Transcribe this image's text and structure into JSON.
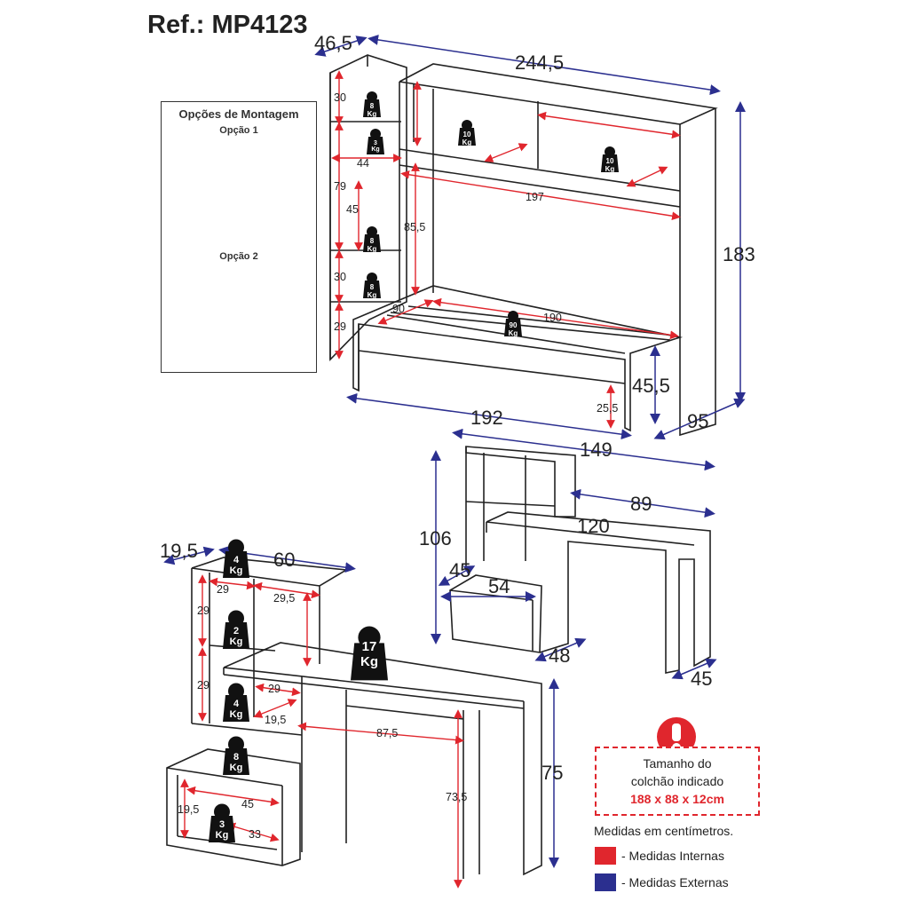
{
  "title": "Ref.: MP4123",
  "options": {
    "title": "Opções de Montagem",
    "option1": "Opção 1",
    "option2": "Opção 2"
  },
  "bed_unit": {
    "external": {
      "depth": "46,5",
      "width": "244,5",
      "height": "183",
      "bed_length": "192",
      "bed_depth": "95",
      "bed_height": "45,5"
    },
    "internal": {
      "shelf_1": "30",
      "niche_width": "44",
      "shelf_2": "79",
      "shelf_3": "45",
      "shelf_4": "30",
      "shelf_5": "29",
      "upper_span": "197",
      "tv_height": "85,5",
      "bed_width": "90",
      "bed_length": "190",
      "base_height": "25,5"
    },
    "weights": {
      "w1": "8\nKg",
      "w2": "3\nKg",
      "w3": "10\nKg",
      "w4": "10\nKg",
      "w5": "8\nKg",
      "w6": "8\nKg",
      "w7": "90\nKg"
    }
  },
  "desk_small": {
    "external": {
      "width": "149",
      "height": "106",
      "desk_width": "89",
      "desk_length": "120",
      "cabinet_depth": "45",
      "cabinet_width": "54",
      "depth_a": "48",
      "depth_b": "45"
    }
  },
  "desk_large": {
    "external": {
      "depth": "19,5",
      "width": "60",
      "height": "75"
    },
    "internal": {
      "niche_w1": "29",
      "niche_w2": "29,5",
      "niche_h1": "29",
      "niche_h2": "29",
      "niche_w3": "29",
      "niche_d": "19,5",
      "span": "87,5",
      "leg": "73,5",
      "drawer_h": "19,5",
      "drawer_w": "45",
      "drawer_d": "33"
    },
    "weights": {
      "top": "4 Kg",
      "mid": "2 Kg",
      "desk": "17 Kg",
      "low": "4 Kg",
      "base": "8 Kg",
      "drawer": "3 Kg"
    }
  },
  "mattress_note": {
    "line1": "Tamanho do",
    "line2": "colchão indicado",
    "size": "188 x 88 x 12cm"
  },
  "units_note": "Medidas em centímetros.",
  "legend": {
    "internal": "- Medidas Internas",
    "external": "- Medidas Externas",
    "internal_color": "#e0262d",
    "external_color": "#2b2f8f"
  }
}
